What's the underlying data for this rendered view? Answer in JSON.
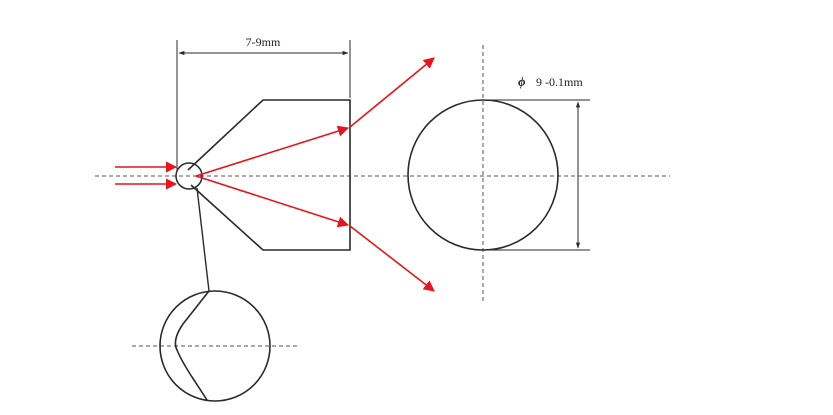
{
  "labels": {
    "length_dimension": "7-9mm",
    "diameter_symbol": "ϕ",
    "diameter_dimension": "9 -0.1mm"
  },
  "colors": {
    "line": "#2a2a2a",
    "ray": "#e8141a",
    "centerline": "#555555",
    "background": "#ffffff"
  }
}
